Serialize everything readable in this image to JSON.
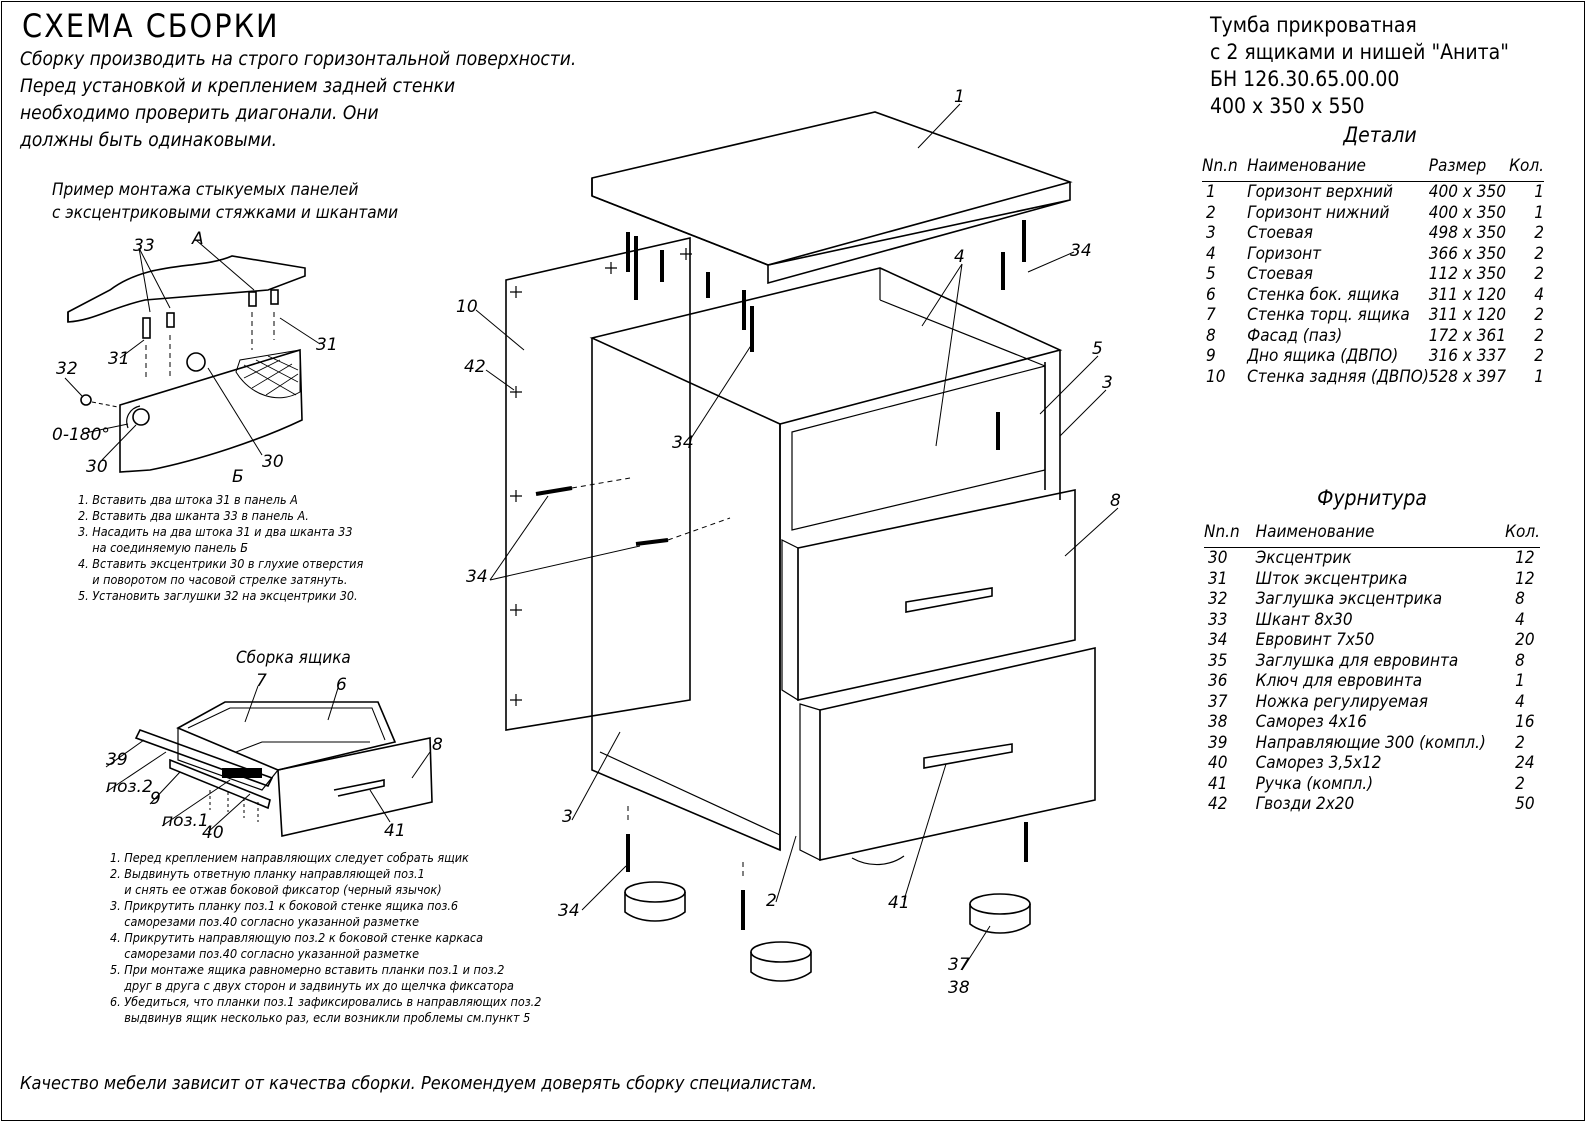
{
  "title": "СХЕМА СБОРКИ",
  "intro_text": "Сборку производить на строго горизонтальной поверхности.\nПеред установкой и креплением задней стенки\nнеобходимо проверить диагонали. Они\nдолжны быть одинаковыми.",
  "eccentric_example": {
    "title_line1": "Пример монтажа стыкуемых панелей",
    "title_line2": "с эксцентриковыми стяжками и шкантами",
    "labels": {
      "a": "А",
      "b": "Б",
      "angle": "0-180°",
      "n33": "33",
      "n31a": "31",
      "n31b": "31",
      "n32": "32",
      "n30a": "30",
      "n30b": "30"
    },
    "steps": "1. Вставить два штока 31 в панель А\n2. Вставить два шканта 33 в панель А.\n3. Насадить на два штока 31 и два шканта 33\n    на соединяемую панель Б\n4. Вставить эксцентрики 30 в глухие отверстия\n    и поворотом по часовой стрелке затянуть.\n5. Установить заглушки 32 на эксцентрики 30."
  },
  "drawer_assembly": {
    "title": "Сборка ящика",
    "labels": {
      "n7": "7",
      "n6": "6",
      "n8": "8",
      "n39": "39",
      "pos2": "поз.2",
      "n9": "9",
      "pos1": "поз.1",
      "n40": "40",
      "n41": "41"
    },
    "steps": "1. Перед креплением направляющих следует собрать ящик\n2. Выдвинуть ответную планку направляющей поз.1\n    и снять ее отжав боковой фиксатор (черный язычок)\n3. Прикрутить планку поз.1 к боковой стенке ящика поз.6\n    саморезами поз.40 согласно указанной разметке\n4. Прикрутить направляющую поз.2 к боковой стенке каркаса\n    саморезами поз.40 согласно указанной разметке\n5. При монтаже ящика равномерно вставить планки поз.1 и поз.2\n    друг в друга с двух сторон и задвинуть их до щелчка фиксатора\n6. Убедиться, что планки поз.1 зафиксировались в направляющих поз.2\n    выдвинув ящик несколько раз, если возникли проблемы см.пункт 5"
  },
  "main_callouts": {
    "c1": "1",
    "c4": "4",
    "c34a": "34",
    "c10": "10",
    "c42": "42",
    "c5": "5",
    "c3a": "3",
    "c34b": "34",
    "c8": "8",
    "c34c": "34",
    "c3b": "3",
    "c34d": "34",
    "c2": "2",
    "c41": "41",
    "c37": "37",
    "c38": "38"
  },
  "product": {
    "name_line1": "Тумба прикроватная",
    "name_line2": "с 2 ящиками и нишей \"Анита\"",
    "code": "БН 126.30.65.00.00",
    "dimensions": "400 х 350 х 550"
  },
  "parts_table": {
    "title": "Детали",
    "headers": {
      "num": "Nn.n",
      "name": "Наименование",
      "size": "Размер",
      "qty": "Кол."
    },
    "rows": [
      {
        "num": "1",
        "name": "Горизонт верхний",
        "size": "400 х 350",
        "qty": "1"
      },
      {
        "num": "2",
        "name": "Горизонт нижний",
        "size": "400 х 350",
        "qty": "1"
      },
      {
        "num": "3",
        "name": "Стоевая",
        "size": "498 х 350",
        "qty": "2"
      },
      {
        "num": "4",
        "name": "Горизонт",
        "size": "366 х 350",
        "qty": "2"
      },
      {
        "num": "5",
        "name": "Стоевая",
        "size": "112 х 350",
        "qty": "2"
      },
      {
        "num": "6",
        "name": "Стенка бок. ящика",
        "size": "311 х 120",
        "qty": "4"
      },
      {
        "num": "7",
        "name": "Стенка торц. ящика",
        "size": "311 х 120",
        "qty": "2"
      },
      {
        "num": "8",
        "name": "Фасад (паз)",
        "size": "172 х 361",
        "qty": "2"
      },
      {
        "num": "9",
        "name": "Дно ящика (ДВПО)",
        "size": "316 х 337",
        "qty": "2"
      },
      {
        "num": "10",
        "name": "Стенка задняя (ДВПО)",
        "size": "528 х 397",
        "qty": "1"
      }
    ]
  },
  "hardware_table": {
    "title": "Фурнитура",
    "headers": {
      "num": "Nn.n",
      "name": "Наименование",
      "qty": "Кол."
    },
    "rows": [
      {
        "num": "30",
        "name": "Эксцентрик",
        "qty": "12"
      },
      {
        "num": "31",
        "name": "Шток эксцентрика",
        "qty": "12"
      },
      {
        "num": "32",
        "name": "Заглушка эксцентрика",
        "qty": "8"
      },
      {
        "num": "33",
        "name": "Шкант 8х30",
        "qty": "4"
      },
      {
        "num": "34",
        "name": "Евровинт 7х50",
        "qty": "20"
      },
      {
        "num": "35",
        "name": "Заглушка для евровинта",
        "qty": "8"
      },
      {
        "num": "36",
        "name": "Ключ для евровинта",
        "qty": "1"
      },
      {
        "num": "37",
        "name": "Ножка регулируемая",
        "qty": "4"
      },
      {
        "num": "38",
        "name": "Саморез 4х16",
        "qty": "16"
      },
      {
        "num": "39",
        "name": "Направляющие 300 (компл.)",
        "qty": "2"
      },
      {
        "num": "40",
        "name": "Саморез 3,5х12",
        "qty": "24"
      },
      {
        "num": "41",
        "name": "Ручка (компл.)",
        "qty": "2"
      },
      {
        "num": "42",
        "name": "Гвозди 2х20",
        "qty": "50"
      }
    ]
  },
  "footer_note": "Качество мебели зависит от качества сборки. Рекомендуем доверять сборку специалистам."
}
